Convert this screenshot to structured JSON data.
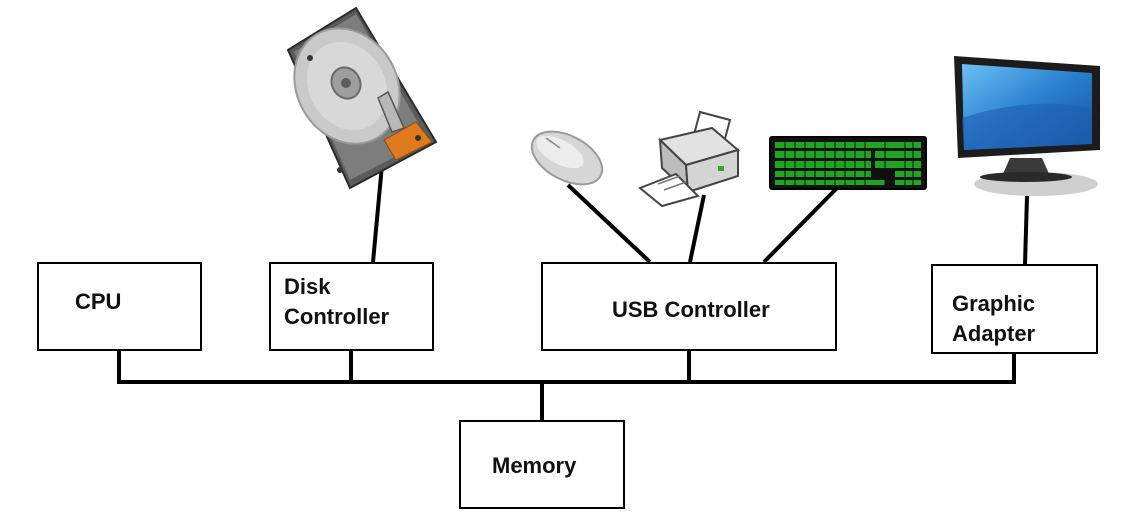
{
  "diagram": {
    "components": {
      "cpu": {
        "label": "CPU"
      },
      "disk_controller": {
        "label_line1": "Disk",
        "label_line2": "Controller"
      },
      "usb_controller": {
        "label": "USB Controller"
      },
      "graphic_adapter": {
        "label_line1": "Graphic",
        "label_line2": "Adapter"
      },
      "memory": {
        "label": "Memory"
      }
    },
    "devices": [
      "hard-disk",
      "mouse",
      "printer",
      "keyboard",
      "monitor"
    ],
    "colors": {
      "line": "#000000",
      "keyboard_keys": "#1fa51f",
      "disk_board": "#e07a1f",
      "monitor_screen": "#2a7fd0"
    }
  }
}
